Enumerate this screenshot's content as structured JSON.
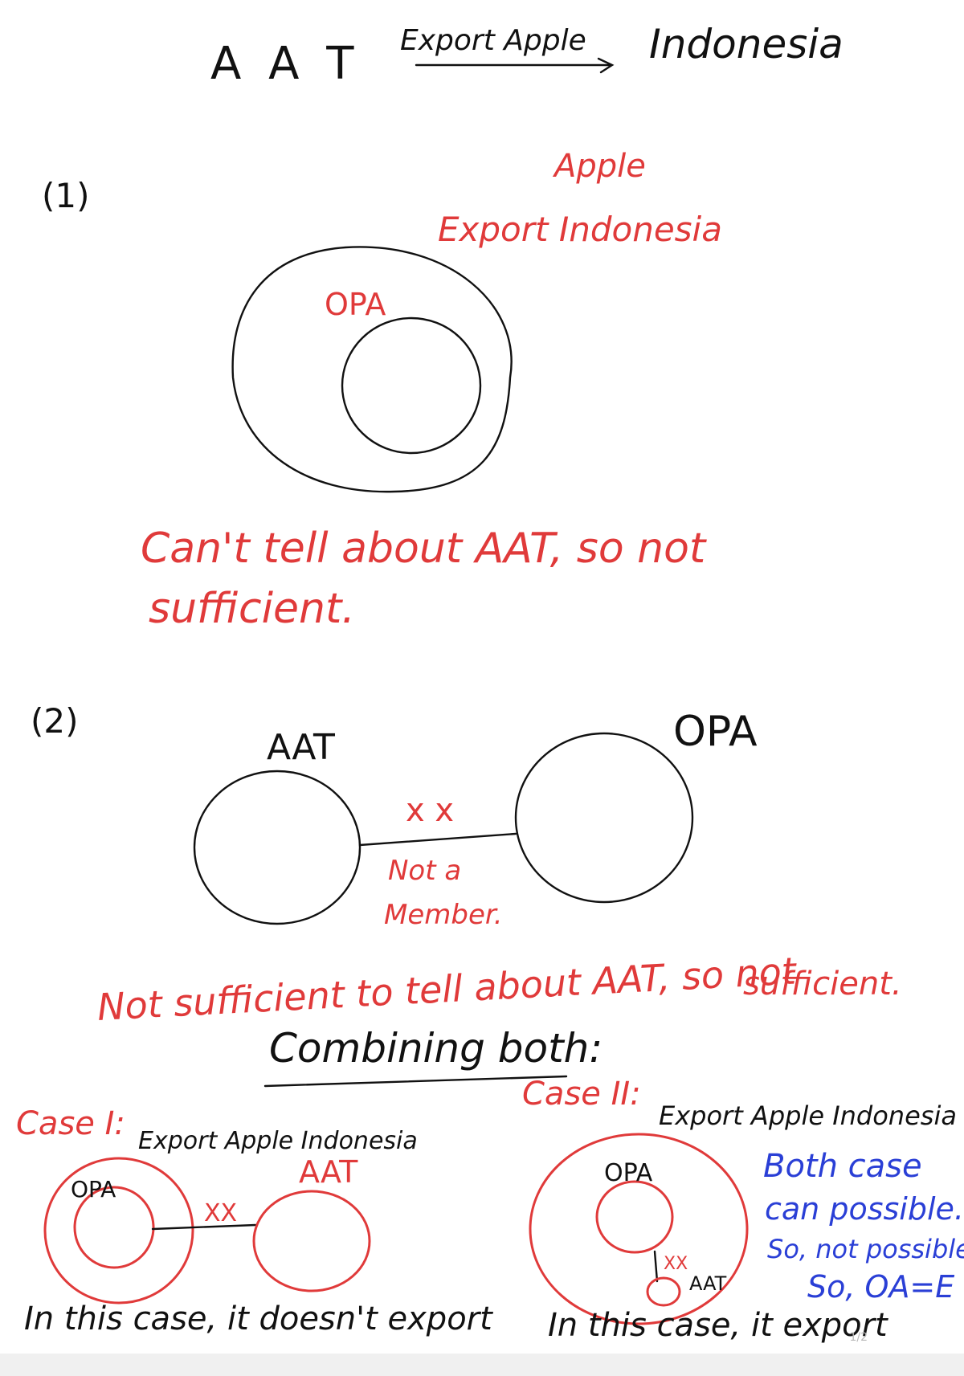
{
  "page_indicator": "1/2",
  "header": {
    "left": "A A T",
    "arrow_label": "Export Apple",
    "right": "Indonesia"
  },
  "statement1": {
    "number": "(1)",
    "annotation_line1": "Apple",
    "annotation_line2": "Export Indonesia",
    "inner_label": "OPA",
    "conclusion_line1": "Can't tell about AAT, so not",
    "conclusion_line2": "sufficient."
  },
  "statement2": {
    "number": "(2)",
    "left_label": "AAT",
    "right_label": "OPA",
    "cross": "x x",
    "not_member_line1": "Not a",
    "not_member_line2": "Member.",
    "conclusion_main": "Not sufficient to tell about AAT, so not",
    "conclusion_tail": "sufficient."
  },
  "combined": {
    "heading": "Combining both:",
    "case1": {
      "label": "Case I:",
      "outer_label": "Export Apple Indonesia",
      "inner_label": "OPA",
      "other_label": "AAT",
      "cross": "XX",
      "conclusion": "In this case, it doesn't export"
    },
    "case2": {
      "label": "Case II:",
      "outer_label": "Export Apple Indonesia",
      "inner_label": "OPA",
      "small_label": "AAT",
      "cross": "XX",
      "conclusion": "In this case, it export"
    },
    "final_note": {
      "line1": "Both case",
      "line2": "can possible.",
      "line3": "So, not possible",
      "line4": "So, OA=E"
    }
  },
  "colors": {
    "black_ink": "#111111",
    "red_ink": "#e03a3a",
    "blue_ink": "#2a3fd6"
  }
}
